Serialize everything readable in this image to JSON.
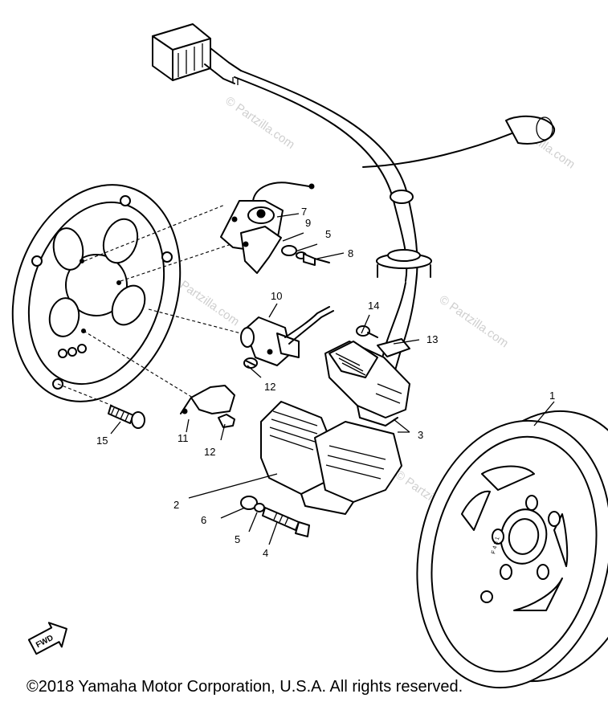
{
  "watermark": {
    "text": "© Partzilla.com"
  },
  "callouts": [
    {
      "id": "c1",
      "text": "1"
    },
    {
      "id": "c2",
      "text": "2"
    },
    {
      "id": "c3",
      "text": "3"
    },
    {
      "id": "c4",
      "text": "4"
    },
    {
      "id": "c5a",
      "text": "5"
    },
    {
      "id": "c5b",
      "text": "5"
    },
    {
      "id": "c6",
      "text": "6"
    },
    {
      "id": "c7",
      "text": "7"
    },
    {
      "id": "c8",
      "text": "8"
    },
    {
      "id": "c9",
      "text": "9"
    },
    {
      "id": "c10",
      "text": "10"
    },
    {
      "id": "c11",
      "text": "11"
    },
    {
      "id": "c12a",
      "text": "12"
    },
    {
      "id": "c12b",
      "text": "12"
    },
    {
      "id": "c13",
      "text": "13"
    },
    {
      "id": "c14",
      "text": "14"
    },
    {
      "id": "c15",
      "text": "15"
    }
  ],
  "fwd_marker": {
    "text": "FWD"
  },
  "copyright": "©2018  Yamaha Motor Corporation, U.S.A. All rights reserved."
}
